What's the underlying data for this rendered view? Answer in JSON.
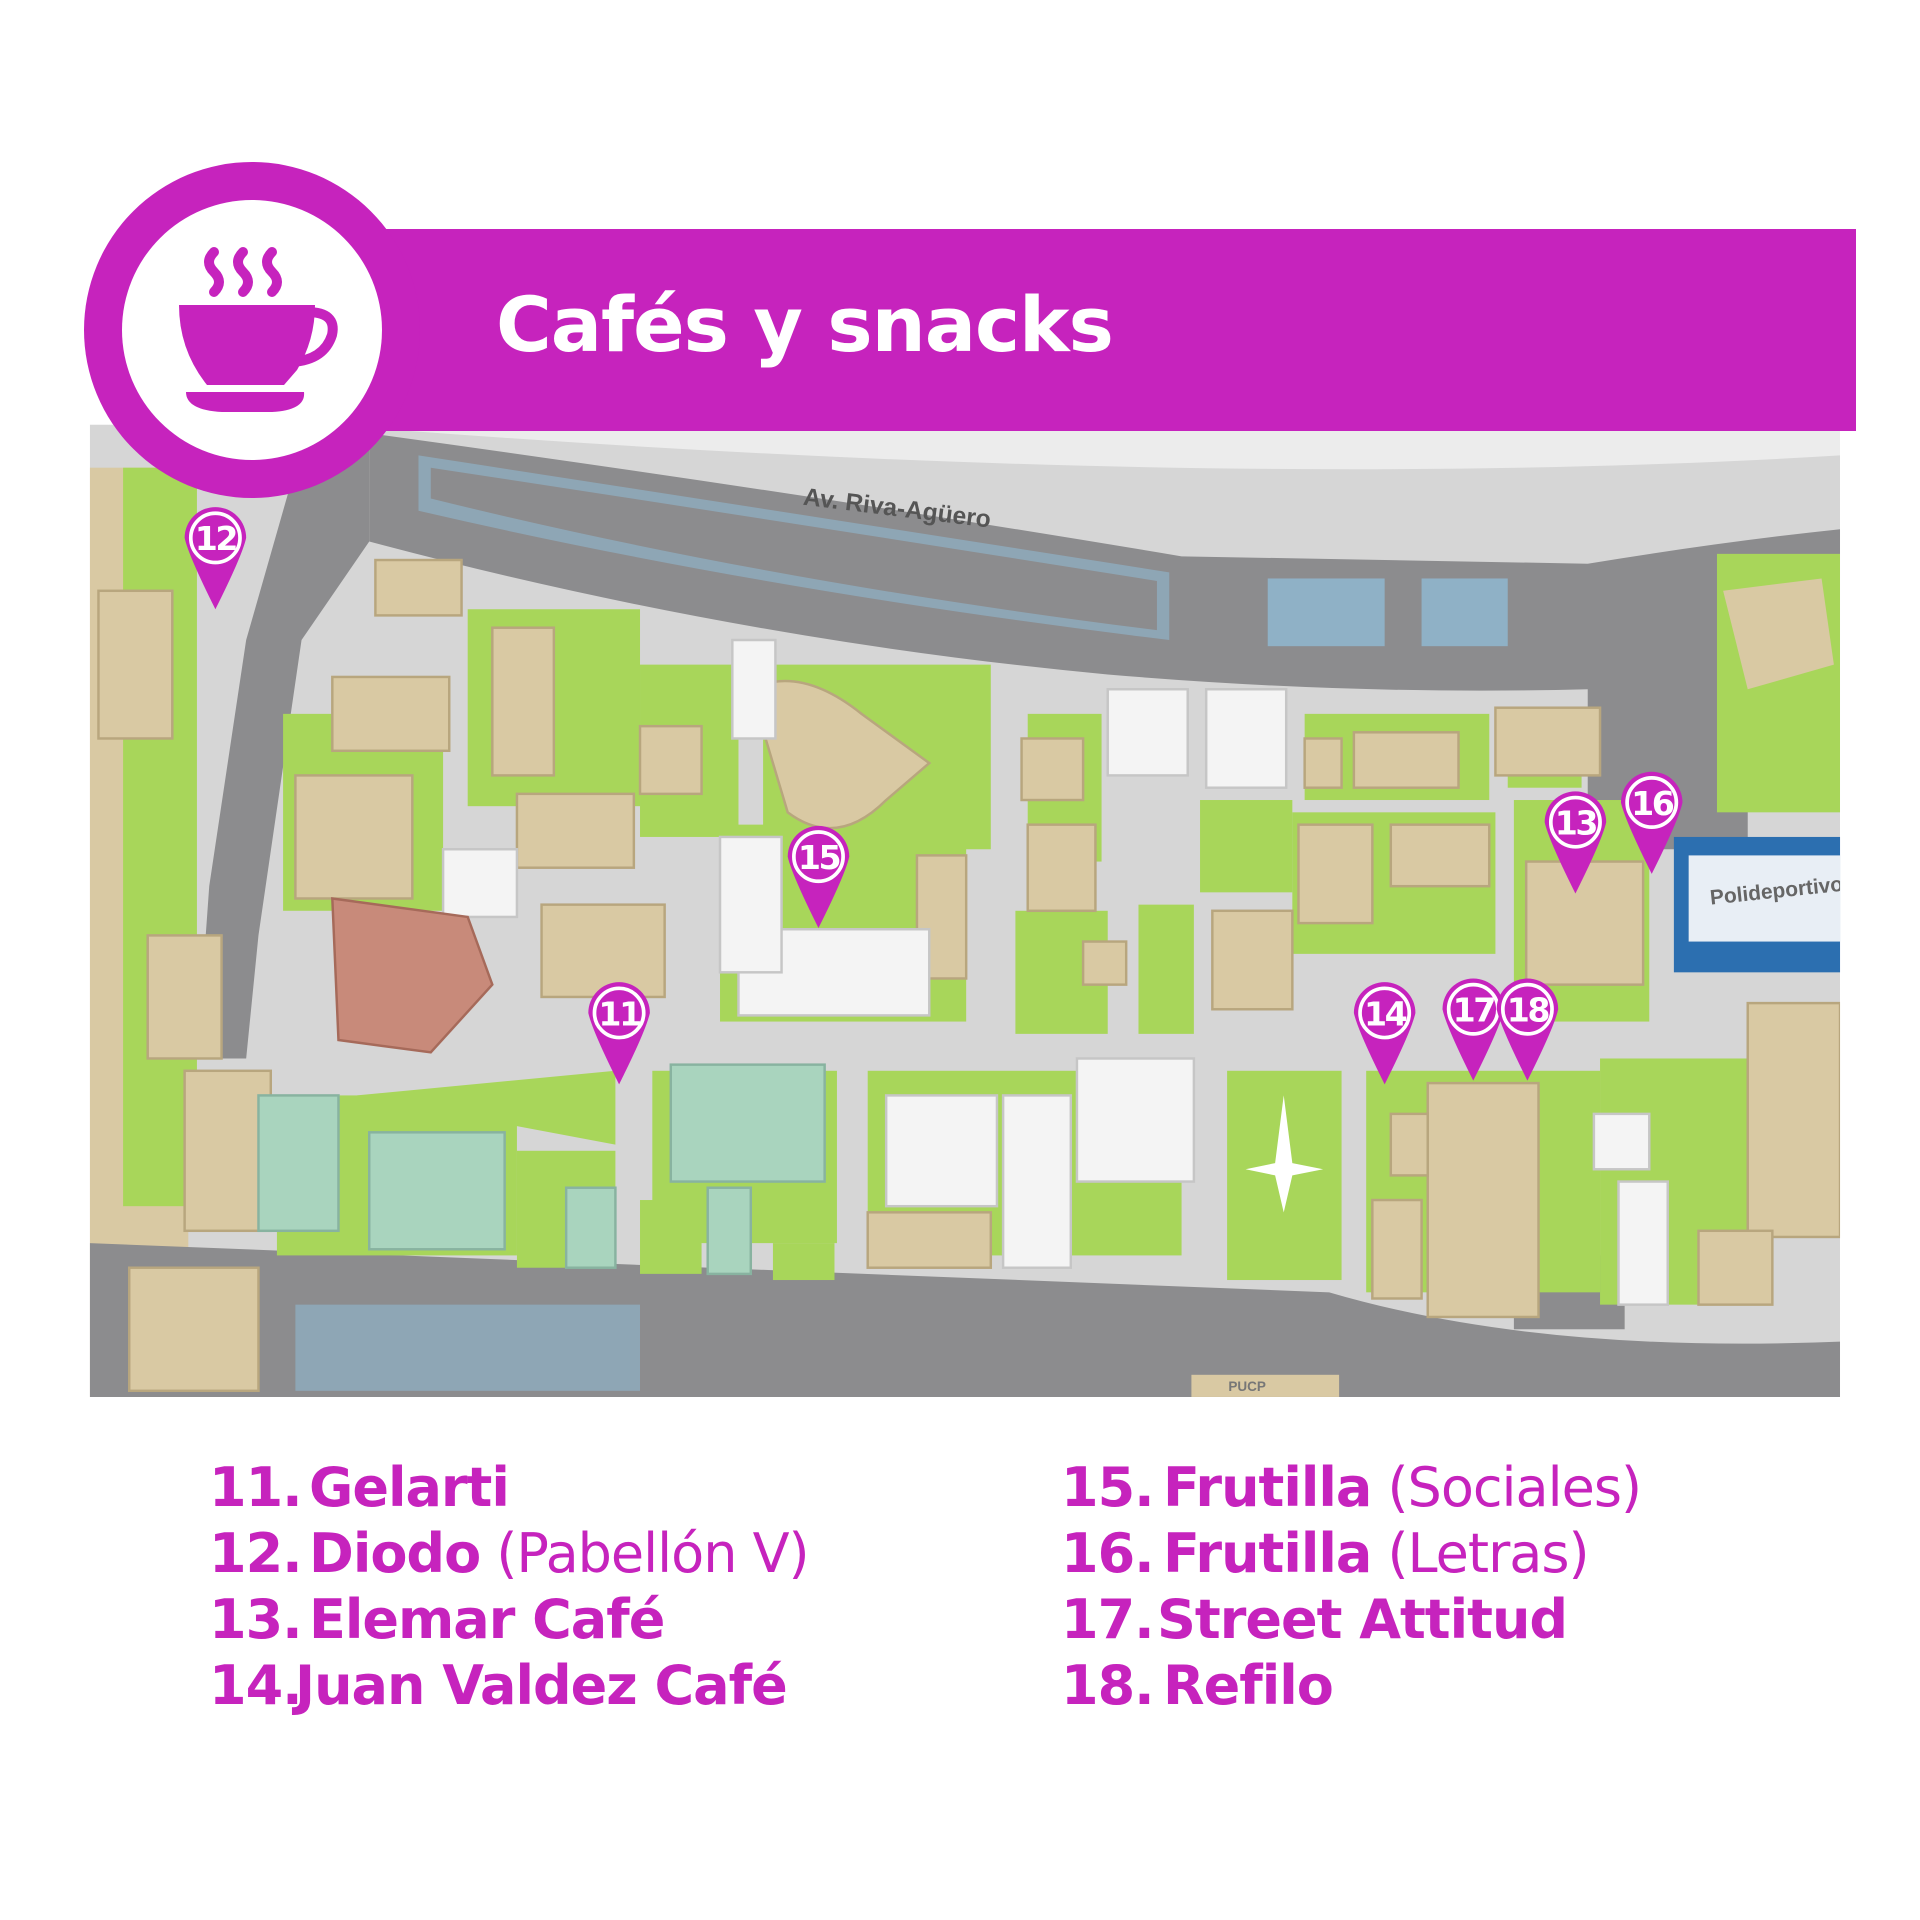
{
  "header": {
    "title": "Cafés y snacks",
    "icon": "coffee-cup-icon",
    "accent_color": "#c623bd"
  },
  "map": {
    "street_label": "Av. Riva-Agüero",
    "building_label": "Polideportivo",
    "gate_label": "PUCP",
    "colors": {
      "road": "#8c8c8e",
      "lawn": "#a8d65a",
      "building": "#d9c9a3",
      "walkway": "#d6d6d6",
      "parking": "#8fb1c6"
    },
    "pins": [
      "11",
      "12",
      "13",
      "14",
      "15",
      "16",
      "17",
      "18"
    ]
  },
  "legend": {
    "left": [
      {
        "num": "11.",
        "name": "Gelarti",
        "note": ""
      },
      {
        "num": "12.",
        "name": "Diodo",
        "note": "(Pabellón V)"
      },
      {
        "num": "13.",
        "name": "Elemar Café",
        "note": ""
      },
      {
        "num": "14.",
        "name": "Juan Valdez Café",
        "note": ""
      }
    ],
    "right": [
      {
        "num": "15.",
        "name": "Frutilla",
        "note": "(Sociales)"
      },
      {
        "num": "16.",
        "name": "Frutilla",
        "note": "(Letras)"
      },
      {
        "num": "17.",
        "name": "Street Attitud",
        "note": ""
      },
      {
        "num": "18.",
        "name": "Refilo",
        "note": ""
      }
    ]
  }
}
